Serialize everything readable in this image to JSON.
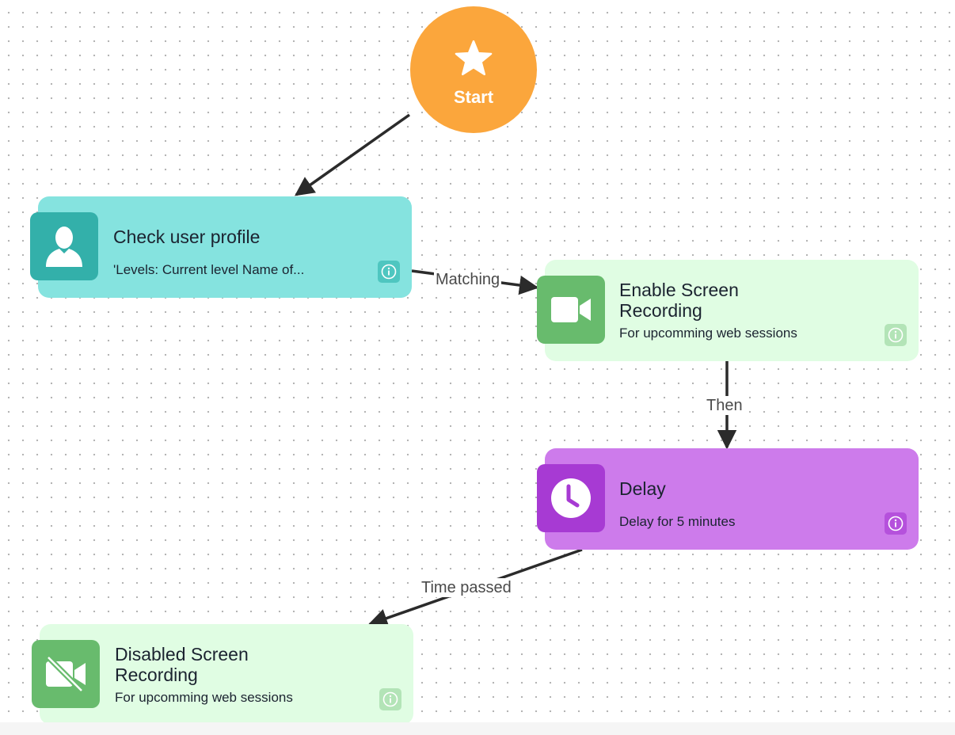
{
  "start": {
    "label": "Start",
    "icon": "star-icon",
    "color": "#fba63c"
  },
  "nodes": {
    "check_profile": {
      "title": "Check user profile",
      "subtitle": "'Levels: Current level Name of...",
      "icon": "user-icon",
      "node_color": "#85e3df",
      "tile_color": "#33b0aa"
    },
    "enable_recording": {
      "title": "Enable Screen Recording",
      "subtitle": "For upcomming web sessions",
      "icon": "video-camera-icon",
      "node_color": "#e0fde3",
      "tile_color": "#68bb6d"
    },
    "delay": {
      "title": "Delay",
      "subtitle": "Delay for 5 minutes",
      "icon": "clock-icon",
      "node_color": "#cd7beb",
      "tile_color": "#a73ad3"
    },
    "disable_recording": {
      "title": "Disabled Screen Recording",
      "subtitle": "For upcomming web sessions",
      "icon": "video-camera-off-icon",
      "node_color": "#e0fde3",
      "tile_color": "#68bb6d"
    }
  },
  "edges": {
    "matching": "Matching",
    "then": "Then",
    "time_passed": "Time passed"
  }
}
